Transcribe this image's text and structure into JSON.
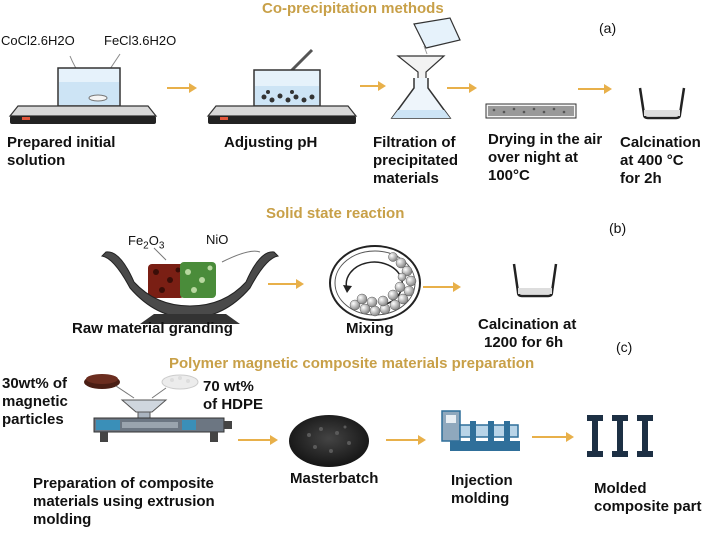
{
  "section_a": {
    "title": "Co-precipitation methods",
    "panel": "(a)",
    "reagent_1": "CoCl2.6H2O",
    "reagent_2": "FeCl3.6H2O",
    "steps": {
      "step1": [
        "Prepared initial",
        "solution"
      ],
      "step2": [
        "Adjusting pH"
      ],
      "step3": [
        "Filtration of",
        "precipitated",
        "materials"
      ],
      "step4": [
        "Drying in the air",
        "over night at",
        "100°C"
      ],
      "step5": [
        "Calcination",
        "at 400 °C",
        "for 2h"
      ]
    }
  },
  "section_b": {
    "title": "Solid state reaction",
    "panel": "(b)",
    "reagent_1_base": "Fe",
    "reagent_1_sub1": "2",
    "reagent_1_mid": "O",
    "reagent_1_sub2": "3",
    "reagent_2": "NiO",
    "steps": {
      "step1": [
        "Raw material granding"
      ],
      "step2": [
        "Mixing"
      ],
      "step3": [
        "Calcination at",
        "1200 for 6h"
      ]
    }
  },
  "section_c": {
    "title": "Polymer magnetic composite materials preparation",
    "panel": "(c)",
    "input_1": [
      "30wt% of",
      "magnetic",
      "particles"
    ],
    "input_2": [
      "70 wt%",
      "of  HDPE"
    ],
    "steps": {
      "step1": [
        "Preparation of composite",
        "materials using extrusion",
        "molding"
      ],
      "step2": [
        "Masterbatch"
      ],
      "step3": [
        "Injection",
        "molding"
      ],
      "step4": [
        "Molded",
        "composite part"
      ]
    }
  }
}
